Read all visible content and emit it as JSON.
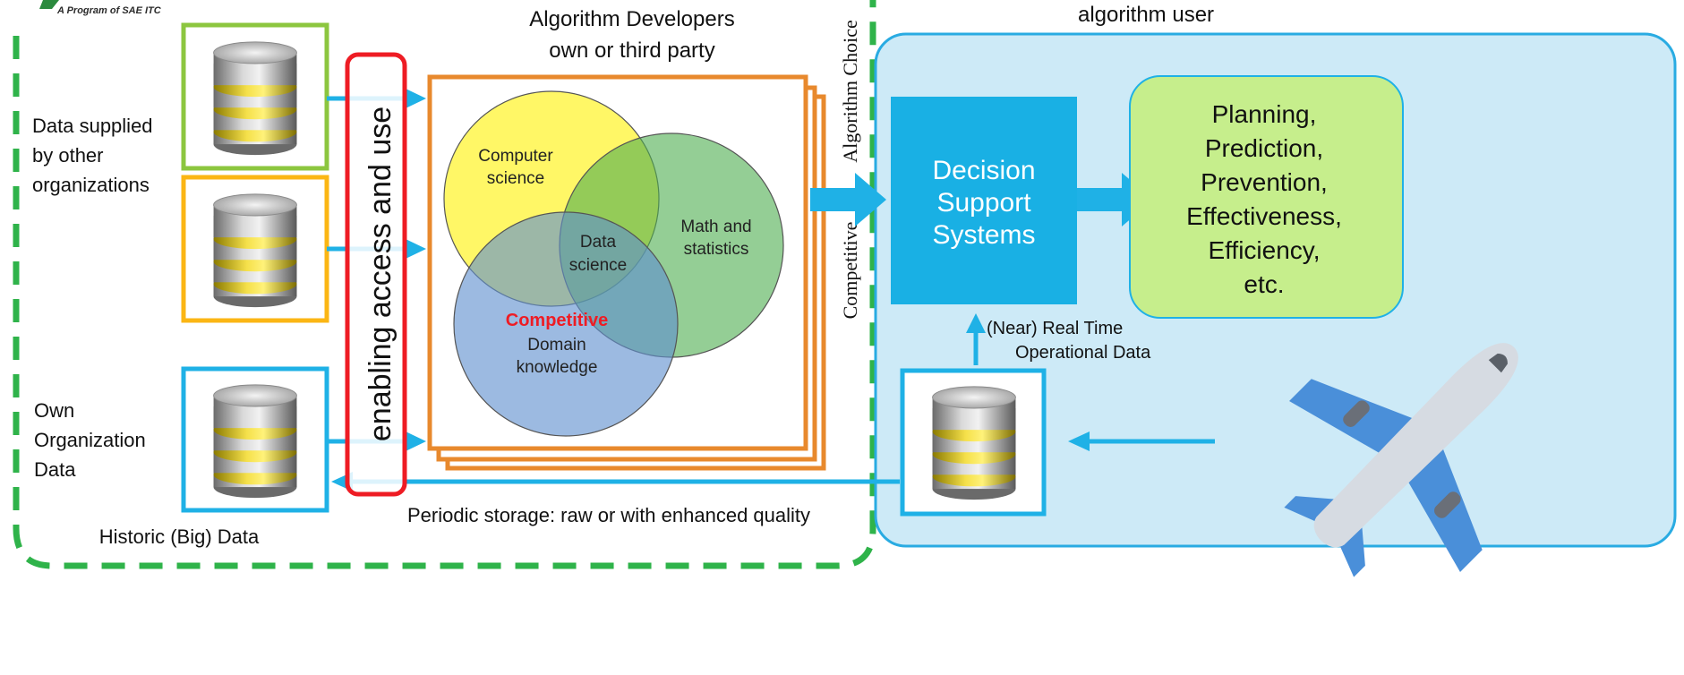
{
  "logo": {
    "tagline": "A Program of SAE ITC"
  },
  "left_sources": {
    "supplied_label": [
      "Data supplied",
      "by other",
      "organizations"
    ],
    "own_label": [
      "Own",
      "Organization",
      "Data"
    ],
    "historic_label": "Historic (Big) Data"
  },
  "access_bar": {
    "label": "enabling access and use"
  },
  "developers": {
    "title_line1": "Algorithm Developers",
    "title_line2": "own or third party"
  },
  "venn": {
    "computer_science": [
      "Computer",
      "science"
    ],
    "math_statistics": [
      "Math and",
      "statistics"
    ],
    "data_science": [
      "Data",
      "science"
    ],
    "competitive": "Competitive",
    "domain_knowledge": [
      "Domain",
      "knowledge"
    ]
  },
  "boundary": {
    "algorithm_choice": "Algorithm Choice",
    "competitive": "Competitive"
  },
  "user_panel": {
    "title": "algorithm user",
    "dss": [
      "Decision",
      "Support",
      "Systems"
    ],
    "outcomes": [
      "Planning,",
      "Prediction,",
      "Prevention,",
      "Effectiveness,",
      "Efficiency,",
      "etc."
    ],
    "realtime": [
      "(Near) Real Time",
      "Operational Data"
    ]
  },
  "storage_note": "Periodic storage: raw or with enhanced quality",
  "colors": {
    "green_dash": "#2fb34a",
    "user_panel_fill": "#cdeaf7",
    "user_panel_stroke": "#29abe2",
    "arrow_blue": "#1fb1e6",
    "dss_fill": "#19b0e4",
    "outcome_fill": "#c6ee8c",
    "outcome_stroke": "#1fb1e6",
    "access_red": "#ee1c24",
    "dev_orange": "#e8892d",
    "box_green": "#8cc63f",
    "box_amber": "#fbb614",
    "box_blue": "#1fb1e6",
    "venn_yellow": "#fff200",
    "venn_green": "#4cae4f",
    "venn_blue": "#5f8fcf",
    "competitive_red": "#ee1c24"
  },
  "icons": [
    "database-icon",
    "airplane-icon",
    "arrow-right-icon",
    "arrow-left-icon",
    "arrow-up-icon"
  ]
}
